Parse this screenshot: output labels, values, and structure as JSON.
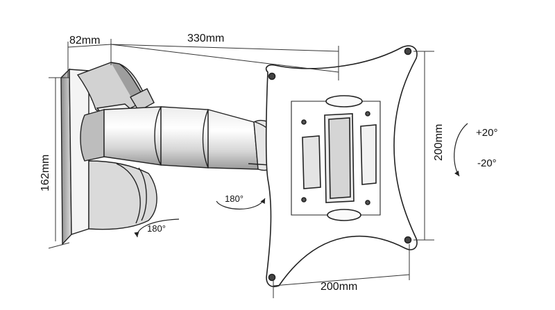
{
  "dimensions": {
    "depth": "82mm",
    "length": "330mm",
    "wall_height": "162mm",
    "plate_height": "200mm",
    "plate_width": "200mm"
  },
  "rotation": {
    "arm_swivel": "180°",
    "wall_swivel": "180°",
    "tilt_up": "+20°",
    "tilt_down": "-20°"
  }
}
